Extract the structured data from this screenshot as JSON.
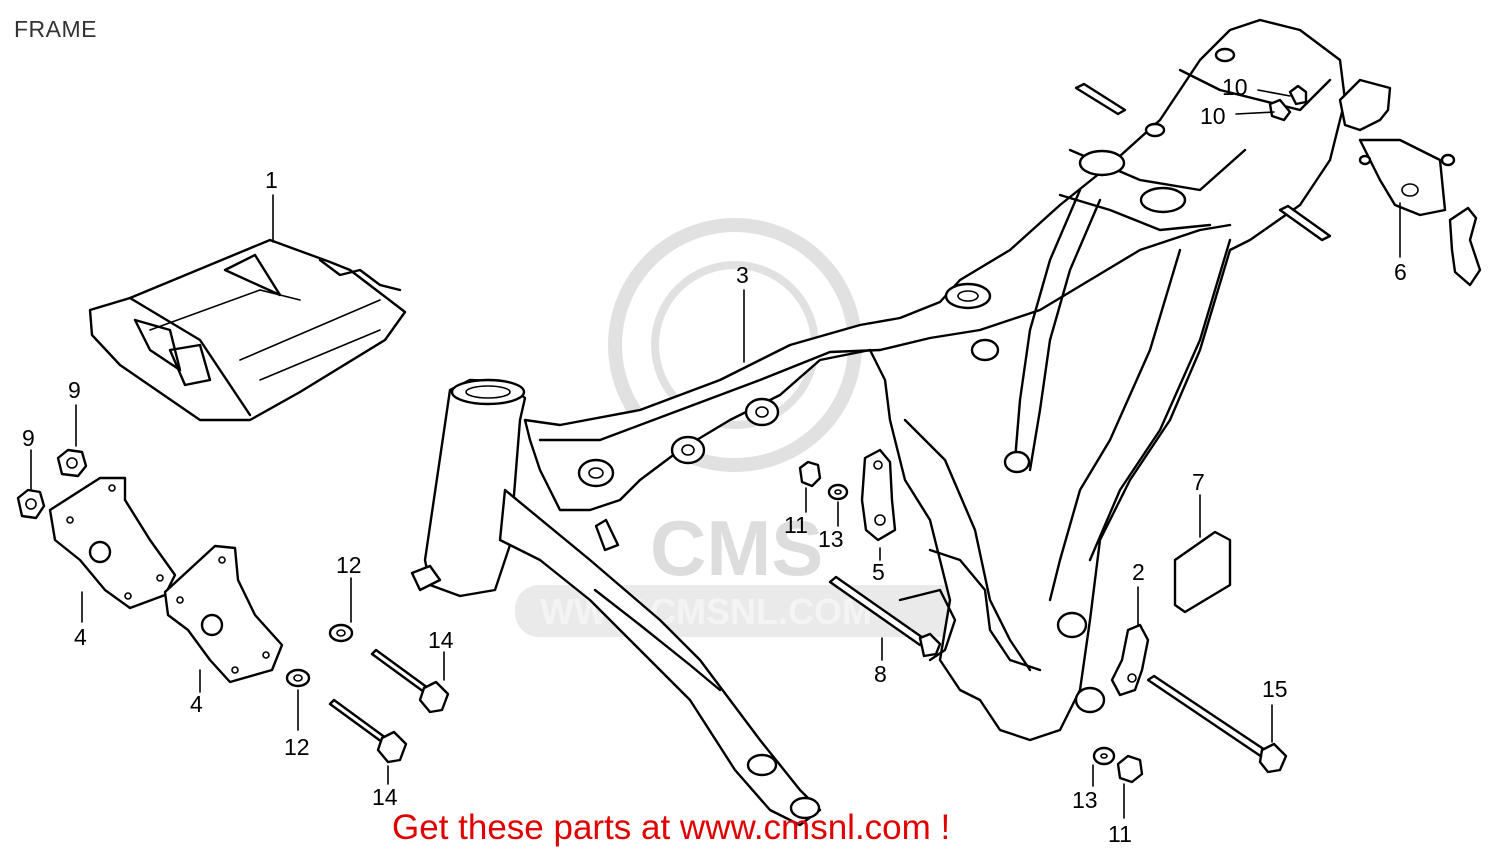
{
  "title": "FRAME",
  "watermark": {
    "text": "CMS",
    "url": "WWW.CMSNL.COM"
  },
  "callouts": [
    {
      "id": "c1",
      "label": "1"
    },
    {
      "id": "c2",
      "label": "2"
    },
    {
      "id": "c3",
      "label": "3"
    },
    {
      "id": "c4a",
      "label": "4"
    },
    {
      "id": "c4b",
      "label": "4"
    },
    {
      "id": "c5",
      "label": "5"
    },
    {
      "id": "c6",
      "label": "6"
    },
    {
      "id": "c7",
      "label": "7"
    },
    {
      "id": "c8",
      "label": "8"
    },
    {
      "id": "c9a",
      "label": "9"
    },
    {
      "id": "c9b",
      "label": "9"
    },
    {
      "id": "c10a",
      "label": "10"
    },
    {
      "id": "c10b",
      "label": "10"
    },
    {
      "id": "c11a",
      "label": "11"
    },
    {
      "id": "c11b",
      "label": "11"
    },
    {
      "id": "c12a",
      "label": "12"
    },
    {
      "id": "c12b",
      "label": "12"
    },
    {
      "id": "c13a",
      "label": "13"
    },
    {
      "id": "c13b",
      "label": "13"
    },
    {
      "id": "c14a",
      "label": "14"
    },
    {
      "id": "c14b",
      "label": "14"
    },
    {
      "id": "c15",
      "label": "15"
    }
  ],
  "footer": "Get these parts at www.cmsnl.com !",
  "colors": {
    "footer": "#e00000",
    "line": "#000000",
    "watermark": "#c8c8c8"
  }
}
